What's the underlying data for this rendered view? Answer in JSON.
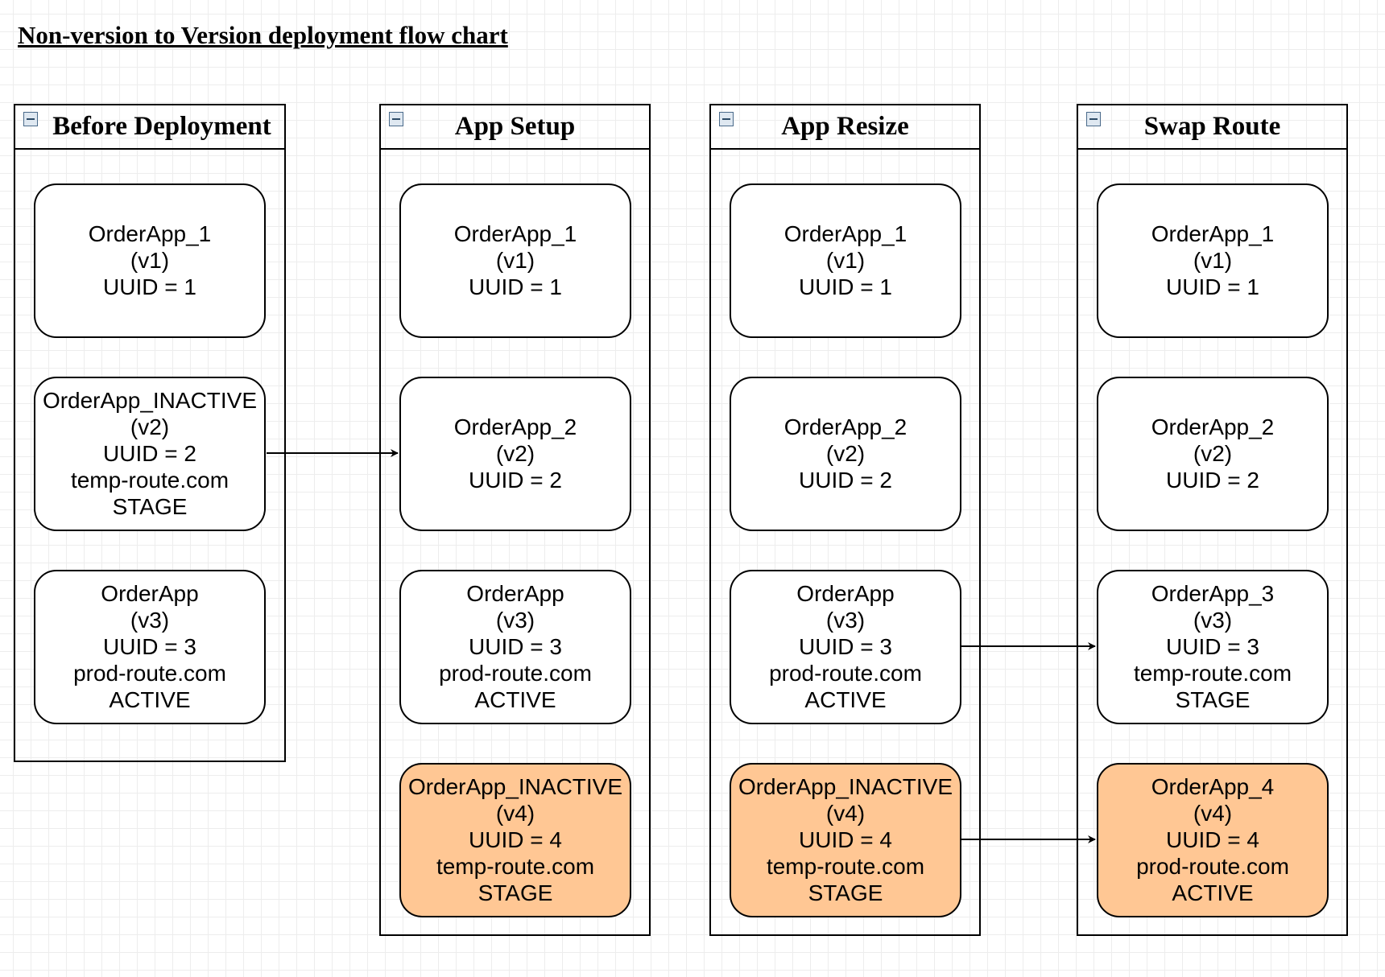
{
  "diagram": {
    "title": "Non-version to Version deployment flow chart",
    "lanes": [
      {
        "title": "Before Deployment",
        "boxes": [
          {
            "text": "OrderApp_1\n(v1)\nUUID = 1",
            "highlight": false
          },
          {
            "text": "OrderApp_INACTIVE\n(v2)\nUUID = 2\ntemp-route.com\nSTAGE",
            "highlight": false
          },
          {
            "text": "OrderApp\n(v3)\nUUID = 3\nprod-route.com\nACTIVE",
            "highlight": false
          }
        ]
      },
      {
        "title": "App Setup",
        "boxes": [
          {
            "text": "OrderApp_1\n(v1)\nUUID = 1",
            "highlight": false
          },
          {
            "text": "OrderApp_2\n(v2)\nUUID = 2",
            "highlight": false
          },
          {
            "text": "OrderApp\n(v3)\nUUID = 3\nprod-route.com\nACTIVE",
            "highlight": false
          },
          {
            "text": "OrderApp_INACTIVE\n(v4)\nUUID = 4\ntemp-route.com\nSTAGE",
            "highlight": true
          }
        ]
      },
      {
        "title": "App Resize",
        "boxes": [
          {
            "text": "OrderApp_1\n(v1)\nUUID = 1",
            "highlight": false
          },
          {
            "text": "OrderApp_2\n(v2)\nUUID = 2",
            "highlight": false
          },
          {
            "text": "OrderApp\n(v3)\nUUID = 3\nprod-route.com\nACTIVE",
            "highlight": false
          },
          {
            "text": "OrderApp_INACTIVE\n(v4)\nUUID = 4\ntemp-route.com\nSTAGE",
            "highlight": true
          }
        ]
      },
      {
        "title": "Swap Route",
        "boxes": [
          {
            "text": "OrderApp_1\n(v1)\nUUID = 1",
            "highlight": false
          },
          {
            "text": "OrderApp_2\n(v2)\nUUID = 2",
            "highlight": false
          },
          {
            "text": "OrderApp_3\n(v3)\nUUID = 3\ntemp-route.com\nSTAGE",
            "highlight": false
          },
          {
            "text": "OrderApp_4\n(v4)\nUUID = 4\nprod-route.com\nACTIVE",
            "highlight": true
          }
        ]
      }
    ],
    "colors": {
      "highlight_fill": "#ffc794",
      "box_fill": "#ffffff",
      "stroke": "#000000"
    }
  }
}
